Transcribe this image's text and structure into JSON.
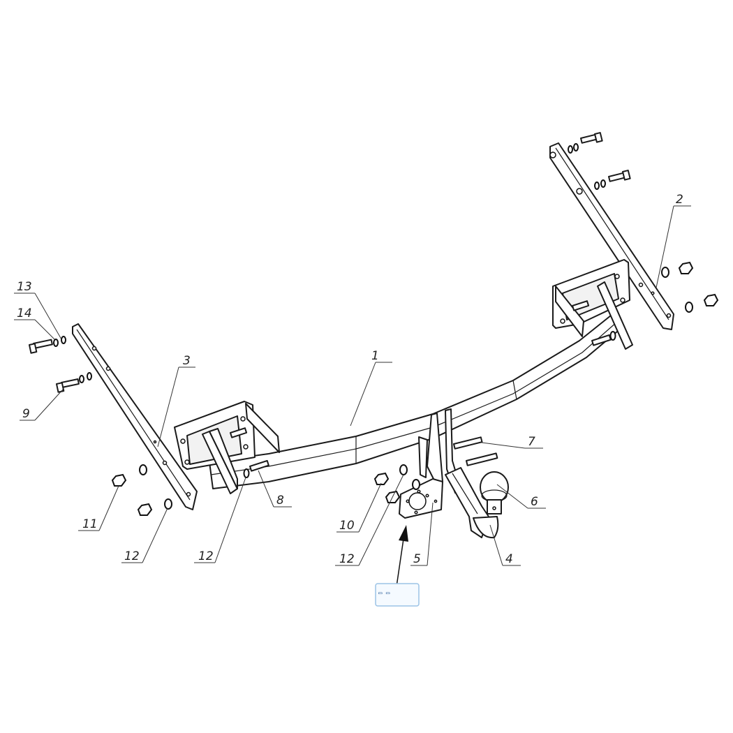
{
  "diagram": {
    "callouts": [
      {
        "id": "c1",
        "label": "1"
      },
      {
        "id": "c2",
        "label": "2"
      },
      {
        "id": "c3",
        "label": "3"
      },
      {
        "id": "c4",
        "label": "4"
      },
      {
        "id": "c5",
        "label": "5"
      },
      {
        "id": "c6",
        "label": "6"
      },
      {
        "id": "c7",
        "label": "7"
      },
      {
        "id": "c8",
        "label": "8"
      },
      {
        "id": "c9",
        "label": "9"
      },
      {
        "id": "c10",
        "label": "10"
      },
      {
        "id": "c11",
        "label": "11"
      },
      {
        "id": "c12a",
        "label": "12"
      },
      {
        "id": "c12b",
        "label": "12"
      },
      {
        "id": "c12c",
        "label": "12"
      },
      {
        "id": "c13",
        "label": "13"
      },
      {
        "id": "c14",
        "label": "14"
      }
    ],
    "socket_box": {
      "label": "▭ ▭"
    },
    "colors": {
      "line": "#1a1a1a",
      "socket_outline": "#9cc3e6",
      "socket_fill": "#f5faff"
    }
  }
}
